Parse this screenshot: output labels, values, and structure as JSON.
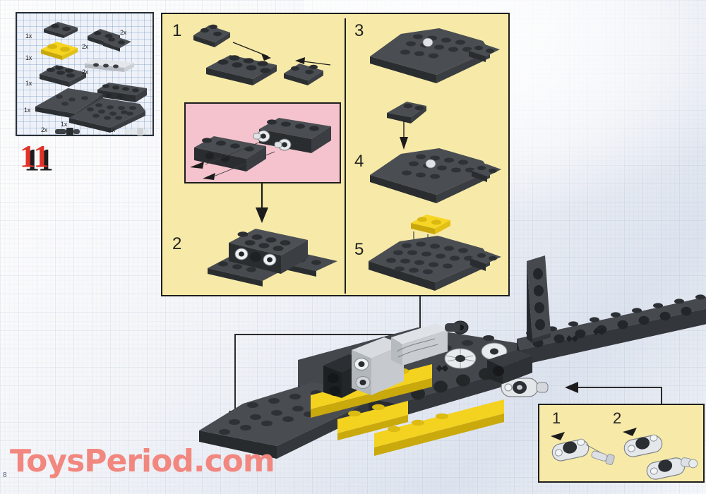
{
  "page": {
    "page_number": "8",
    "watermark": "ToysPeriod.com",
    "step_badge": "11",
    "background_color": "#e7ebf3",
    "panel_color": "#f7eaa8",
    "inset_color": "#f4c3cd",
    "accent_yellow": "#f2d21e",
    "brick_dark": "#3a3d41",
    "brick_light": "#c9cdd2",
    "badge_red": "#e03229"
  },
  "parts_list": {
    "title": "",
    "items": [
      {
        "qty": "1x",
        "part": "plate-1x2-with-clip",
        "color": "dark-gray"
      },
      {
        "qty": "1x",
        "part": "plate-2x2-yellow",
        "color": "yellow"
      },
      {
        "qty": "1x",
        "part": "plate-2x4",
        "color": "dark-gray"
      },
      {
        "qty": "2x",
        "part": "plate-2x2-corner",
        "color": "dark-gray"
      },
      {
        "qty": "2x",
        "part": "plate-1x2-modified",
        "color": "dark-gray"
      },
      {
        "qty": "2x",
        "part": "technic-brick-1x4-holes",
        "color": "light-gray"
      },
      {
        "qty": "2x",
        "part": "technic-brick-1x4",
        "color": "dark-gray"
      },
      {
        "qty": "1x",
        "part": "wedge-plate-large",
        "color": "dark-gray"
      },
      {
        "qty": "1x",
        "part": "wedge-plate-6x8",
        "color": "dark-gray"
      },
      {
        "qty": "2x",
        "part": "technic-axle-pin",
        "color": "dark-gray"
      },
      {
        "qty": "1x",
        "part": "technic-pin-long",
        "color": "light-gray"
      }
    ]
  },
  "panel": {
    "steps": [
      {
        "num": "1",
        "desc": "attach two plates to 2x4 plate"
      },
      {
        "num": "2",
        "desc": "press technic brick onto plate assembly"
      },
      {
        "num": "3",
        "desc": "wedge plate with corner plate"
      },
      {
        "num": "4",
        "desc": "add small wedge slope on top"
      },
      {
        "num": "5",
        "desc": "add yellow 2x2 plate on top"
      }
    ],
    "inset_detail": {
      "label": "",
      "desc": "insert axle pins into technic brick holes"
    }
  },
  "sub_inset": {
    "steps": [
      {
        "num": "1",
        "desc": "push pin into light-gray beam"
      },
      {
        "num": "2",
        "desc": "attach second beam to pin"
      }
    ]
  },
  "model": {
    "name": "lego-technic-aircraft-fuselage",
    "description": "dark gray fuselage with yellow side plates and technic beam tail boom"
  }
}
